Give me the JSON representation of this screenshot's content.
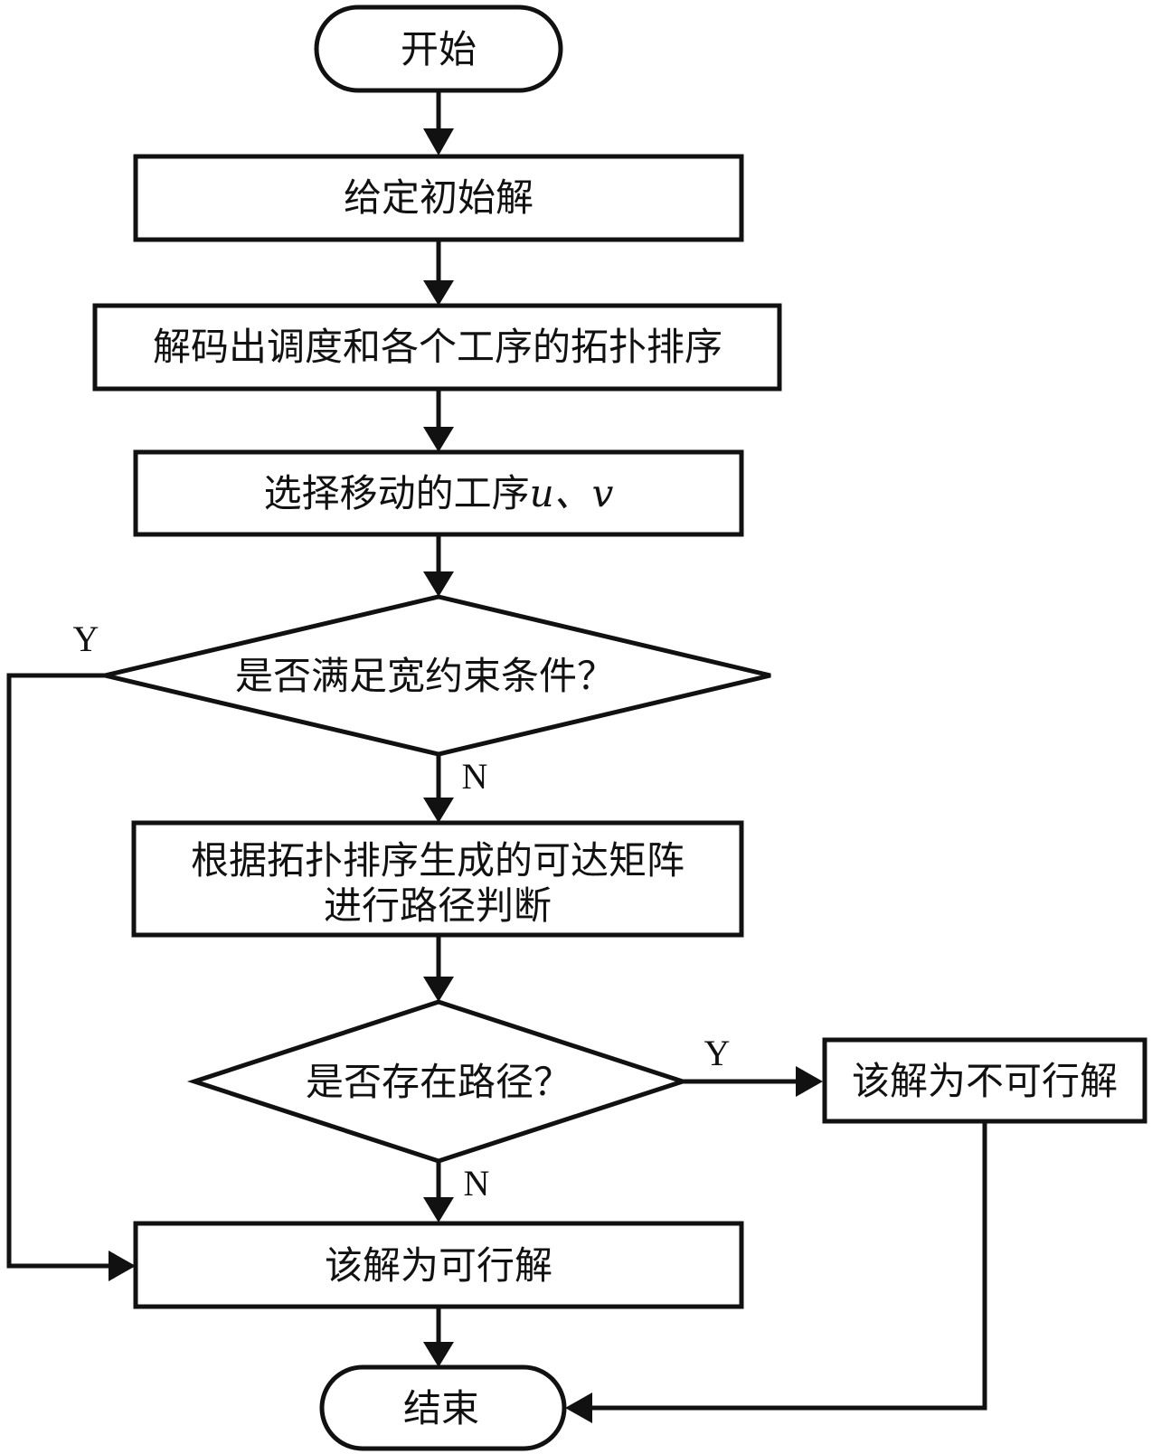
{
  "nodes": {
    "start": "开始",
    "init": "给定初始解",
    "decode": "解码出调度和各个工序的拓扑排序",
    "select": "选择移动的工序",
    "select_vars": "u、v",
    "cond1": "是否满足宽约束条件？",
    "reach_line1": "根据拓扑排序生成的可达矩阵",
    "reach_line2": "进行路径判断",
    "cond2": "是否存在路径？",
    "infeasible": "该解为不可行解",
    "feasible": "该解为可行解",
    "end": "结束"
  },
  "edge_labels": {
    "cond1_yes": "Y",
    "cond1_no": "N",
    "cond2_yes": "Y",
    "cond2_no": "N"
  }
}
